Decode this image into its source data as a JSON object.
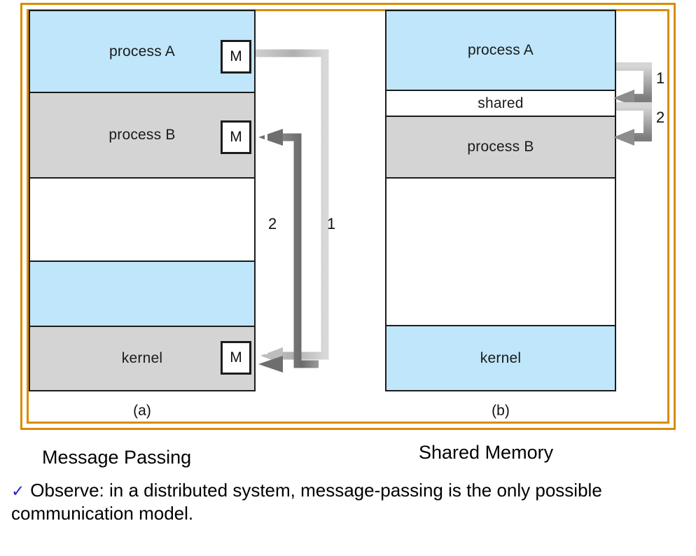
{
  "figure": {
    "panel_a": {
      "caption": "(a)",
      "title": "Message Passing",
      "bands": [
        {
          "label": "process A",
          "fill": "blue"
        },
        {
          "label": "process B",
          "fill": "gray"
        },
        {
          "label": "",
          "fill": "white"
        },
        {
          "label": "",
          "fill": "blue"
        },
        {
          "label": "kernel",
          "fill": "gray"
        }
      ],
      "mailboxes": [
        {
          "label": "M",
          "owner": "process A"
        },
        {
          "label": "M",
          "owner": "process B"
        },
        {
          "label": "M",
          "owner": "kernel"
        }
      ],
      "flow_labels": [
        {
          "label": "2",
          "meaning": "kernel-to-process-B"
        },
        {
          "label": "1",
          "meaning": "process-A-to-kernel"
        }
      ]
    },
    "panel_b": {
      "caption": "(b)",
      "title": "Shared Memory",
      "bands": [
        {
          "label": "process A",
          "fill": "blue"
        },
        {
          "label": "shared",
          "fill": "white"
        },
        {
          "label": "process B",
          "fill": "gray"
        },
        {
          "label": "",
          "fill": "white"
        },
        {
          "label": "kernel",
          "fill": "blue"
        }
      ],
      "flow_labels": [
        {
          "label": "1",
          "meaning": "process-A-writes-shared"
        },
        {
          "label": "2",
          "meaning": "process-B-reads-shared"
        }
      ]
    },
    "colors": {
      "frame": "#d98c00",
      "process_blue": "#bfe6fa",
      "process_gray": "#d4d4d4",
      "outline": "#1c1c1c",
      "arrow_dark": "#6e6e6e",
      "arrow_light": "#b5b5b5",
      "check": "#2222cc"
    }
  },
  "observe": {
    "check_glyph": "✓",
    "text": "Observe: in a distributed system, message-passing is the only possible communication model."
  }
}
